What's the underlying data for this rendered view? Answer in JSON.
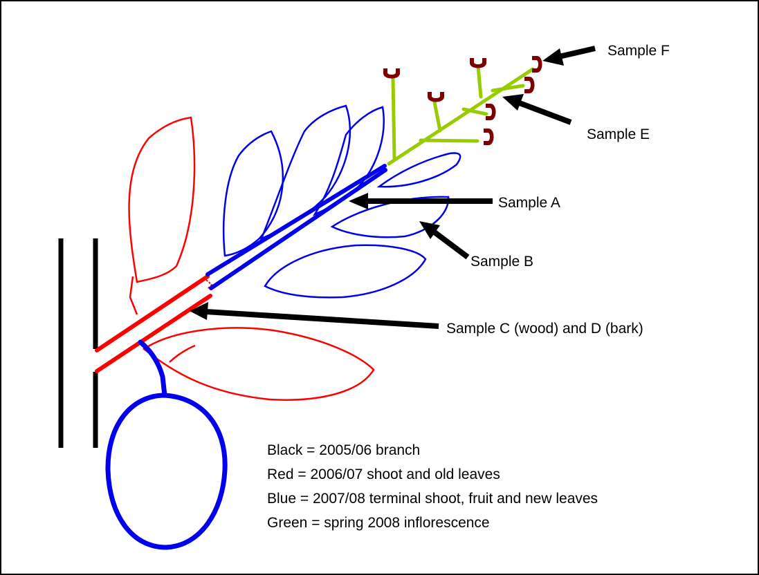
{
  "colors": {
    "black": "#000000",
    "red": "#ff0000",
    "blue": "#0000ee",
    "green": "#99cc00",
    "flower": "#7f0000"
  },
  "labels": {
    "sample_a": "Sample A",
    "sample_b": "Sample B",
    "sample_c_d": "Sample C (wood) and D (bark)",
    "sample_e": "Sample E",
    "sample_f": "Sample F"
  },
  "legend": [
    "Black = 2005/06 branch",
    "Red = 2006/07 shoot and old leaves",
    "Blue = 2007/08 terminal shoot, fruit and new leaves",
    "Green = spring 2008 inflorescence"
  ]
}
